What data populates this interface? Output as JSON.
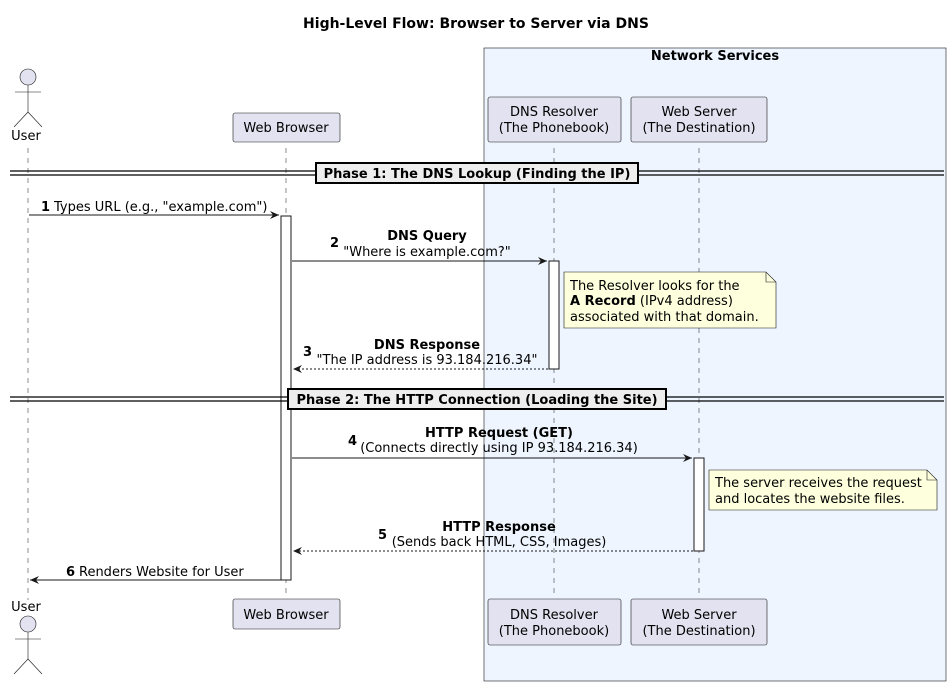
{
  "title": "High-Level Flow: Browser to Server via DNS",
  "box": {
    "label": "Network Services",
    "color": "#EEF5FF"
  },
  "participants": {
    "user": {
      "label": "User"
    },
    "browser": {
      "label": "Web Browser"
    },
    "dns": {
      "line1": "DNS Resolver",
      "line2": "(The Phonebook)"
    },
    "server": {
      "line1": "Web Server",
      "line2": "(The Destination)"
    }
  },
  "dividers": [
    {
      "label": "Phase 1: The DNS Lookup (Finding the IP)"
    },
    {
      "label": "Phase 2: The HTTP Connection (Loading the Site)"
    }
  ],
  "messages": [
    {
      "num": "1",
      "text": "Types URL (e.g., \"example.com\")"
    },
    {
      "num": "2",
      "bold": "DNS Query",
      "text": "\"Where is example.com?\""
    },
    {
      "num": "3",
      "bold": "DNS Response",
      "text": "\"The IP address is 93.184.216.34\""
    },
    {
      "num": "4",
      "bold": "HTTP Request (GET)",
      "text": "(Connects directly using IP 93.184.216.34)"
    },
    {
      "num": "5",
      "bold": "HTTP Response",
      "text": "(Sends back HTML, CSS, Images)"
    },
    {
      "num": "6",
      "text": "Renders Website for User"
    }
  ],
  "notes": {
    "dns": {
      "line1": "The Resolver looks for the",
      "line2_bold": "A Record",
      "line2_rest": " (IPv4 address)",
      "line3": "associated with that domain."
    },
    "server": {
      "line1": "The server receives the request",
      "line2": "and locates the website files."
    }
  },
  "colors": {
    "participant": "#E2E2F0",
    "note": "#FEFFDD",
    "line": "#181818"
  }
}
